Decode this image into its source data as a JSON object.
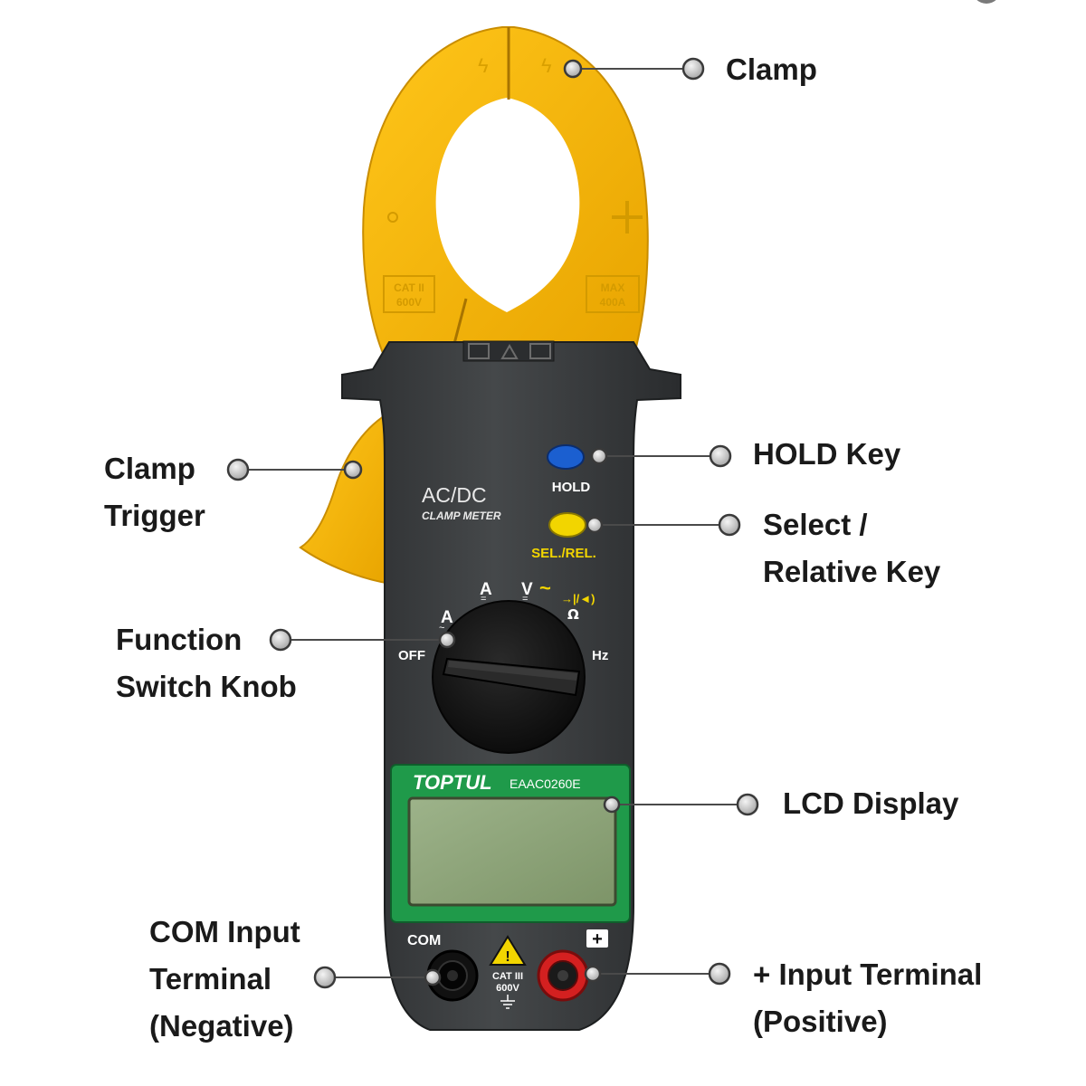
{
  "device": {
    "brand": "TOPTUL",
    "model": "EAAC0260E",
    "type_line1": "AC/DC",
    "type_line2": "CLAMP METER",
    "hold_key_text": "HOLD",
    "sel_key_text": "SEL./REL.",
    "dial_off": "OFF",
    "dial_hz": "Hz",
    "dial_ohm": "Ω",
    "dial_a": "A",
    "dial_v": "V",
    "dial_diode": "→|/◄)",
    "com_text": "COM",
    "plus_text": "+",
    "cat_line1": "CAT III",
    "cat_line2": "600V",
    "jaw_left_mark1": "CAT II",
    "jaw_left_mark2": "600V",
    "jaw_right_mark1": "MAX",
    "jaw_right_mark2": "400A"
  },
  "callouts": {
    "clamp": [
      "Clamp"
    ],
    "clamp_trigger": [
      "Clamp",
      "Trigger"
    ],
    "hold_key": [
      "HOLD Key"
    ],
    "select_key": [
      "Select /",
      "Relative Key"
    ],
    "function_switch": [
      "Function",
      "Switch Knob"
    ],
    "lcd_display": [
      "LCD Display"
    ],
    "com_input": [
      "COM Input",
      "Terminal",
      "(Negative)"
    ],
    "plus_input": [
      "+ Input Terminal",
      "(Positive)"
    ]
  },
  "colors": {
    "jaw_yellow": "#f5b400",
    "body_dark": "#3a3c3e",
    "lcd_frame_green": "#1f9a4a",
    "lcd_screen": "#8fa67a",
    "hold_button_blue": "#1b5fd0",
    "sel_button_yellow": "#f2d500",
    "sel_text_yellow": "#f2d500",
    "terminal_red": "#d42020",
    "callout_dot": "#c8c8c8"
  }
}
